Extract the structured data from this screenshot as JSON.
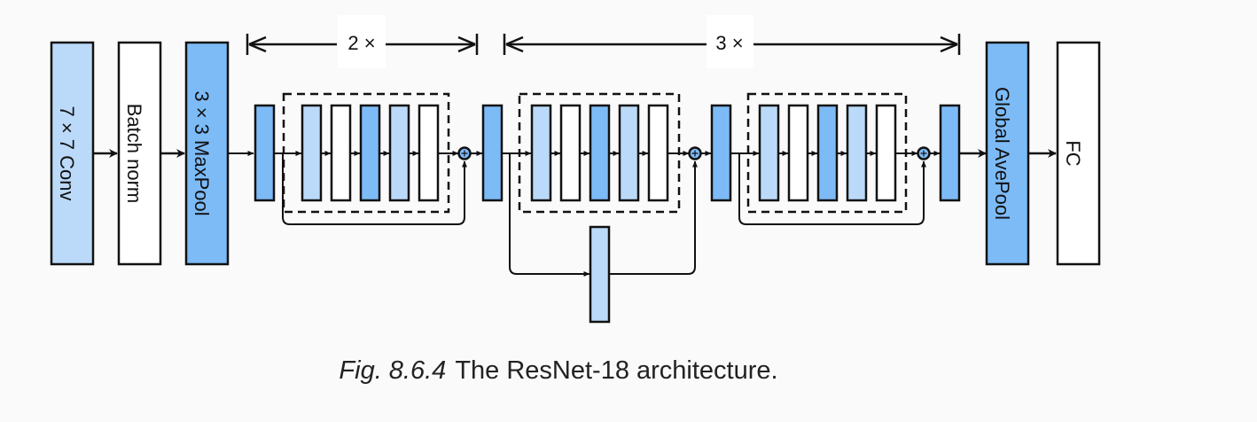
{
  "colors": {
    "background": "#fafafa",
    "light_blue": "#bbdaf9",
    "mid_blue": "#7dbbf7",
    "white": "#ffffff",
    "stroke": "#111111"
  },
  "stem": {
    "blocks": [
      {
        "label": "7 × 7 Conv",
        "fill": "light_blue"
      },
      {
        "label": "Batch norm",
        "fill": "white"
      },
      {
        "label": "3 × 3 MaxPool",
        "fill": "mid_blue"
      }
    ]
  },
  "repeats": [
    {
      "label": "2 ×"
    },
    {
      "label": "3 ×"
    }
  ],
  "residual_block_layers": [
    "light_blue",
    "white",
    "mid_blue",
    "light_blue",
    "white"
  ],
  "head": {
    "blocks": [
      {
        "label": "Global AvePool",
        "fill": "mid_blue"
      },
      {
        "label": "FC",
        "fill": "white"
      }
    ]
  },
  "caption": {
    "figure_number": "Fig. 8.6.4",
    "text": "The ResNet-18 architecture."
  }
}
